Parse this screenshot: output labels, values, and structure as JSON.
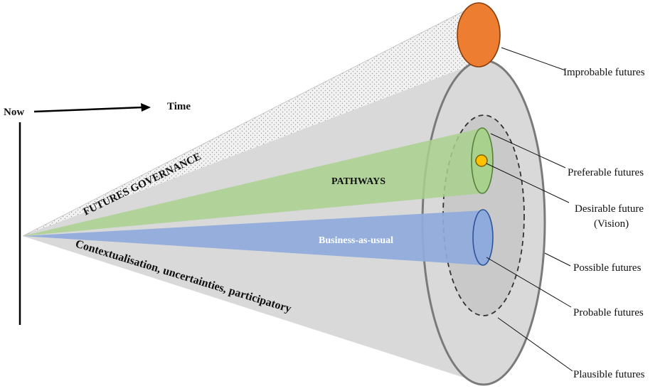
{
  "axis": {
    "now_label": "Now",
    "time_label": "Time"
  },
  "cone_labels": {
    "governance": "FUTURES GOVERNANCE",
    "pathways": "PATHWAYS",
    "business": "Business-as-usual",
    "context": "Contextualisation, uncertainties, participatory"
  },
  "callouts": {
    "improbable": "Improbable futures",
    "preferable": "Preferable futures",
    "desirable_line1": "Desirable future",
    "desirable_line2": "(Vision)",
    "possible": "Possible futures",
    "probable": "Probable futures",
    "plausible": "Plausible futures"
  },
  "colors": {
    "possible_cone": "#d9d9d9",
    "plausible_region": "#c8c8c8",
    "pathways_cone": "#a9d18e",
    "business_cone": "#8faadc",
    "improbable": "#ed7d31",
    "vision": "#ffc000"
  }
}
